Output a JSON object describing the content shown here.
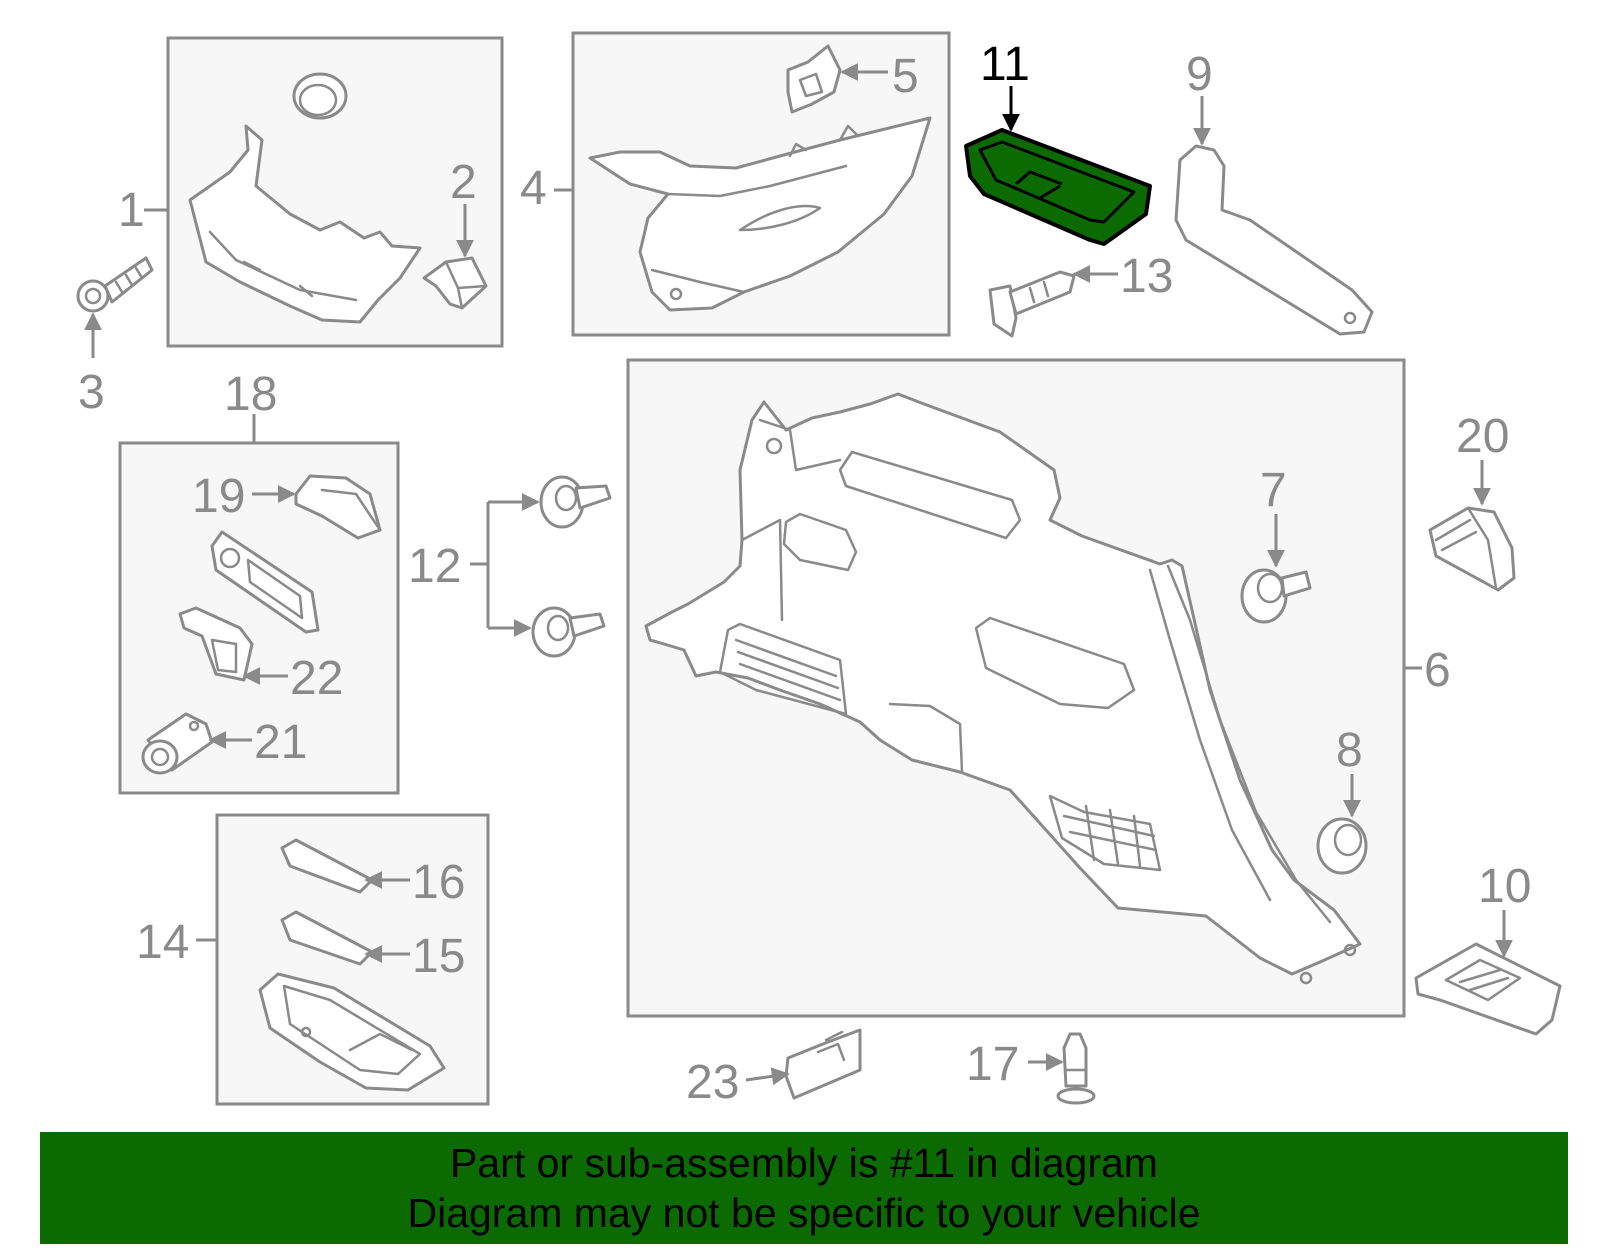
{
  "callouts": {
    "c1": "1",
    "c2": "2",
    "c3": "3",
    "c4": "4",
    "c5": "5",
    "c6": "6",
    "c7": "7",
    "c8": "8",
    "c9": "9",
    "c10": "10",
    "c11": "11",
    "c12": "12",
    "c13": "13",
    "c14": "14",
    "c15": "15",
    "c16": "16",
    "c17": "17",
    "c18": "18",
    "c19": "19",
    "c20": "20",
    "c21": "21",
    "c22": "22",
    "c23": "23"
  },
  "highlight": {
    "part_number": "11",
    "color": "#0b6b00"
  },
  "banner": {
    "line1": "Part or sub-assembly is #11 in diagram",
    "line2": "Diagram may not be specific to your vehicle",
    "background": "#0b6b00"
  }
}
